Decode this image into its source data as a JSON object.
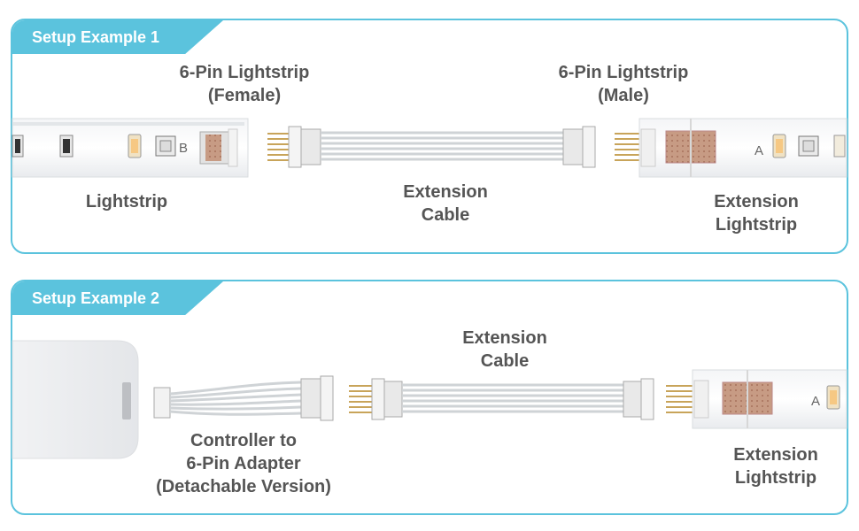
{
  "example1": {
    "title": "Setup Example 1",
    "label_female_line1": "6-Pin Lightstrip",
    "label_female_line2": "(Female)",
    "label_male_line1": "6-Pin Lightstrip",
    "label_male_line2": "(Male)",
    "label_lightstrip": "Lightstrip",
    "label_cable_line1": "Extension",
    "label_cable_line2": "Cable",
    "label_ext_line1": "Extension",
    "label_ext_line2": "Lightstrip",
    "strip_mark_b": "B",
    "strip_mark_a": "A"
  },
  "example2": {
    "title": "Setup Example 2",
    "label_cable_line1": "Extension",
    "label_cable_line2": "Cable",
    "label_adapter_line1": "Controller to",
    "label_adapter_line2": "6-Pin Adapter",
    "label_adapter_line3": "(Detachable Version)",
    "label_ext_line1": "Extension",
    "label_ext_line2": "Lightstrip",
    "strip_mark_a": "A"
  },
  "colors": {
    "accent": "#5bc3dd",
    "label_text": "#555555",
    "pad_copper": "#c79b84"
  }
}
